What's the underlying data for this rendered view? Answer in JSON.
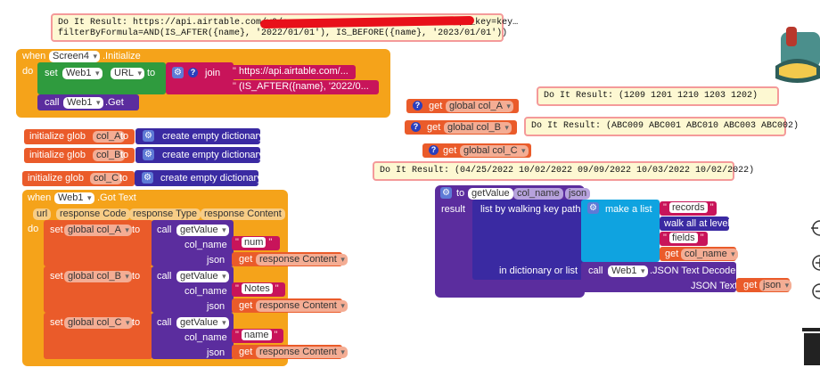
{
  "bubbles": {
    "top": "Do It Result: https://api.airtable.com/v0/a…                         /abc?api_key=key…\nfilterByFormula=AND(IS_AFTER({name}, '2022/01/01'), IS_BEFORE({name}, '2023/01/01'))",
    "col_a": "Do It Result: (1209 1201 1210 1203 1202)",
    "col_b": "Do It Result: (ABC009 ABC001 ABC010 ABC003 ABC002)",
    "col_c": "Do It Result: (04/25/2022 10/02/2022 09/09/2022 10/03/2022 10/02/2022)"
  },
  "screen_init": {
    "when": "when",
    "component": "Screen4",
    "event": ".Initialize",
    "do": "do",
    "set": "set",
    "set_component": "Web1",
    "set_prop": "URL",
    "to": "to",
    "join": "join",
    "str1": "https://api.airtable.com/...",
    "str2": "(IS_AFTER({name}, '2022/0...",
    "call": "call",
    "call_component": "Web1",
    "call_method": ".Get"
  },
  "globals": [
    {
      "prefix": "initialize glob",
      "name": "col_A",
      "to": "to",
      "value": "create empty dictionary"
    },
    {
      "prefix": "initialize glob",
      "name": "col_B",
      "to": "to",
      "value": "create empty dictionary"
    },
    {
      "prefix": "initialize glob",
      "name": "col_C",
      "to": "to",
      "value": "create empty dictionary"
    }
  ],
  "got_text": {
    "when": "when",
    "component": "Web1",
    "event": ".Got Text",
    "params": [
      "url",
      "response Code",
      "response Type",
      "response Content"
    ],
    "do": "do",
    "rows": [
      {
        "set": "set",
        "var": "global col_A",
        "to": "to",
        "call": "call",
        "func": "getValue",
        "col_label": "col_name",
        "col_value": "num",
        "json_label": "json",
        "get": "get",
        "get_var": "response Content"
      },
      {
        "set": "set",
        "var": "global col_B",
        "to": "to",
        "call": "call",
        "func": "getValue",
        "col_label": "col_name",
        "col_value": "Notes",
        "json_label": "json",
        "get": "get",
        "get_var": "response Content"
      },
      {
        "set": "set",
        "var": "global col_C",
        "to": "to",
        "call": "call",
        "func": "getValue",
        "col_label": "col_name",
        "col_value": "name",
        "json_label": "json",
        "get": "get",
        "get_var": "response Content"
      }
    ]
  },
  "getters": [
    {
      "get": "get",
      "var": "global col_A"
    },
    {
      "get": "get",
      "var": "global col_B"
    },
    {
      "get": "get",
      "var": "global col_C"
    }
  ],
  "proc": {
    "to": "to",
    "name": "getValue",
    "param1": "col_name",
    "param2": "json",
    "result": "result",
    "walk": "list by walking key path",
    "make_list": "make a list",
    "item1": "records",
    "item2": "walk all at level",
    "item3": "fields",
    "item4_get": "get",
    "item4_var": "col_name",
    "in_dict": "in dictionary or list",
    "call": "call",
    "component": "Web1",
    "method": ".JSON Text Decode",
    "json_text": "JSON Text",
    "get": "get",
    "get_var": "json"
  }
}
